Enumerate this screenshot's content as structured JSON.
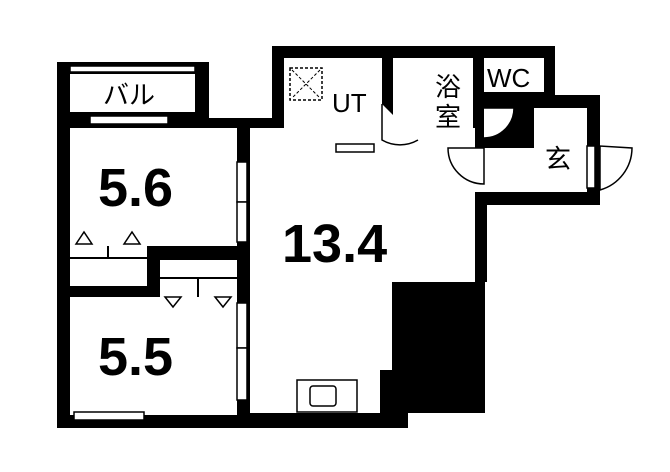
{
  "floor_plan": {
    "rooms": {
      "west_room": {
        "area": "5.6"
      },
      "south_room": {
        "area": "5.5"
      },
      "ldk": {
        "area": "13.4"
      }
    },
    "labels": {
      "balcony": "バル",
      "utility": "UT",
      "bath_line1": "浴",
      "bath_line2": "室",
      "toilet": "WC",
      "entrance": "玄"
    },
    "colors": {
      "wall": "#000000",
      "floor": "#ffffff"
    }
  }
}
